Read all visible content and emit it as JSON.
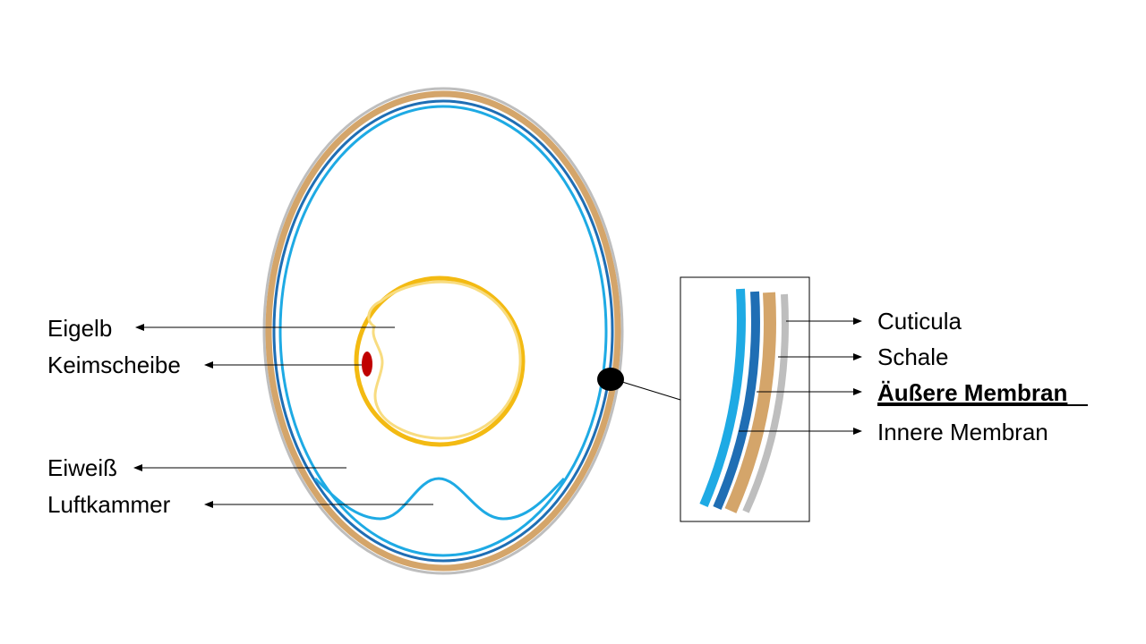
{
  "colors": {
    "cuticula": "#BEBEBE",
    "schale": "#D4A56A",
    "aeussere_membran": "#1F6EB4",
    "innere_membran": "#1EAAE4",
    "eigelb": "#F3BA12",
    "eigelb_inner": "#F8DC80",
    "keimscheibe": "#C00000",
    "detail_marker": "#000000",
    "line": "#000000"
  },
  "icons": {
    "arrow": "arrow-head",
    "marker": "filled-ellipse"
  },
  "left_labels": {
    "eigelb": "Eigelb",
    "keimscheibe": "Keimscheibe",
    "eiweiss": "Eiweiß",
    "luftkammer": "Luftkammer"
  },
  "right_labels": {
    "cuticula": "Cuticula",
    "schale": "Schale",
    "aeussere_membran": "Äußere Membran",
    "innere_membran": "Innere Membran"
  },
  "highlighted_label": "aeussere_membran"
}
